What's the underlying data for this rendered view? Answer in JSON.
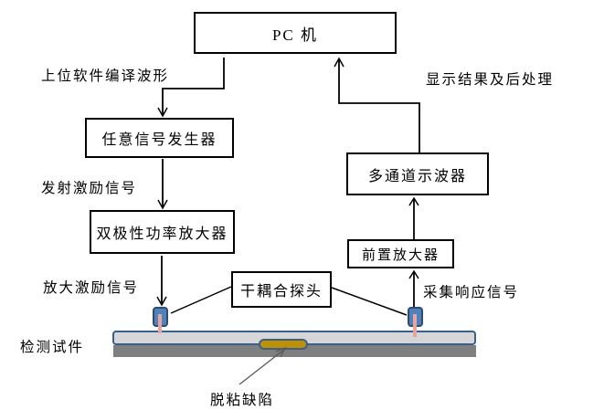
{
  "diagram": {
    "boxes": {
      "pc": "PC 机",
      "signal_generator": "任意信号发生器",
      "power_amplifier": "双极性功率放大器",
      "oscilloscope": "多通道示波器",
      "preamplifier": "前置放大器",
      "probe_label": "干耦合探头"
    },
    "labels": {
      "compile_waveform": "上位软件编译波形",
      "transmit_signal": "发射激励信号",
      "amplified_signal": "放大激励信号",
      "specimen": "检测试件",
      "collect_signal": "采集响应信号",
      "display_result": "显示结果及后处理",
      "defect": "脱粘缺陷"
    },
    "colors": {
      "line": "#000000",
      "defect_arrow": "#595959",
      "probe_fill": "#4F81BD",
      "probe_border": "#2E4D6E",
      "rod": "#E8A49E",
      "specimen_top_fill": "#D6D6D6",
      "specimen_border": "#376092",
      "specimen_bottom_fill": "#7F7F7F",
      "defect_fill": "#BF9000"
    }
  }
}
